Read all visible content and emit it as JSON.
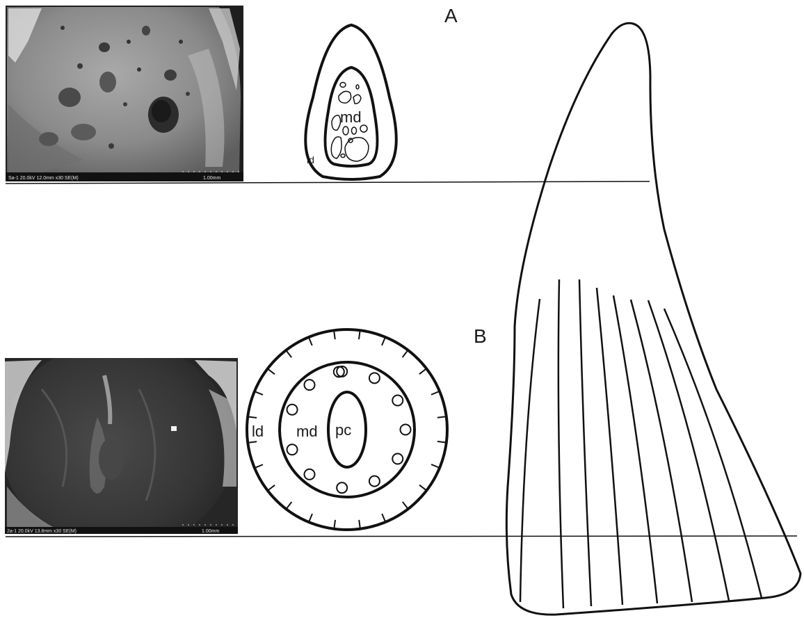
{
  "panels": {
    "a": {
      "letter": "A",
      "photo_caption_left": "Sa-1 20.0kV 12.0mm x30 SE(M)",
      "photo_caption_right": "1.00mm",
      "outer_label": "ld",
      "inner_label": "md"
    },
    "b": {
      "letter": "B",
      "photo_caption_left": "2a-1 20.0kV 13.8mm x30 SE(M)",
      "photo_caption_right": "1.00mm",
      "outer_label": "ld",
      "middle_label": "md",
      "center_label": "pc"
    }
  },
  "colors": {
    "line": "#111111",
    "photo_a_base": "#8c8c8c",
    "photo_b_base": "#3a3a3a"
  }
}
